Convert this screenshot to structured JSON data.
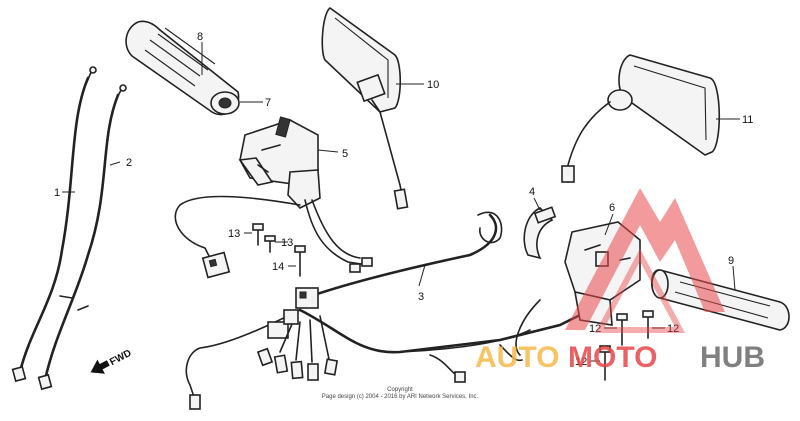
{
  "diagram": {
    "callouts": {
      "p1": "1",
      "p2": "2",
      "p3": "3",
      "p4": "4",
      "p5": "5",
      "p6": "6",
      "p7": "7",
      "p8": "8",
      "p9": "9",
      "p10": "10",
      "p11": "11",
      "p12a": "12",
      "p12b": "12",
      "p12c": "12",
      "p13a": "13",
      "p13b": "13",
      "p14": "14"
    },
    "direction_label": "FWD",
    "copyright": {
      "line1": "Copyright",
      "line2": "Page design (c) 2004 - 2016 by ARI Network Services, Inc."
    }
  },
  "watermark": {
    "word_part1": "AUTO",
    "word_part2": "MOTO",
    "word_part3": "HUB",
    "colors": {
      "orange": "#f6b94a",
      "red": "#e8474a",
      "gray": "#7a7a7a"
    }
  }
}
